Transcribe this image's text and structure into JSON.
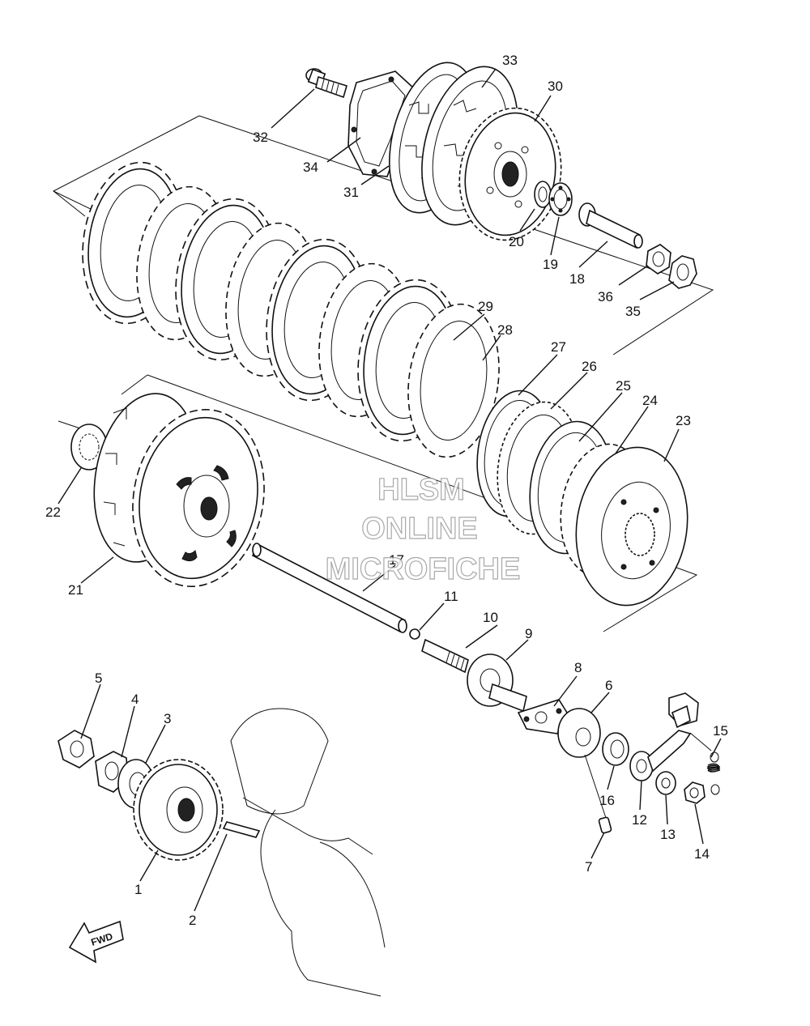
{
  "labels": [
    "1",
    "2",
    "3",
    "4",
    "5",
    "6",
    "7",
    "8",
    "9",
    "10",
    "11",
    "12",
    "13",
    "14",
    "15",
    "16",
    "17",
    "18",
    "19",
    "20",
    "21",
    "22",
    "23",
    "24",
    "25",
    "26",
    "27",
    "28",
    "29",
    "30",
    "31",
    "32",
    "33",
    "34",
    "35",
    "36"
  ],
  "watermark": {
    "line1": "HLSM",
    "line2": "ONLINE",
    "line3": "MICROFICHE"
  },
  "fwd_label": "FWD",
  "colors": {
    "line": "#111111",
    "watermark": "#9a9a9a",
    "background": "#ffffff"
  }
}
